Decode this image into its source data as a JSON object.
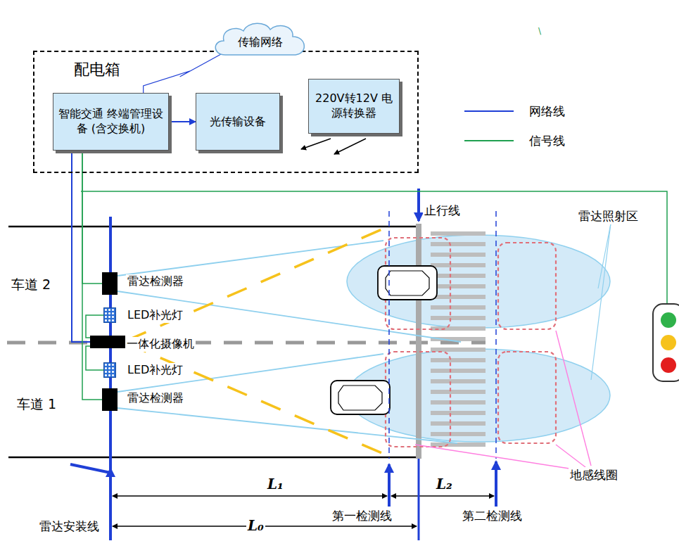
{
  "diagram": {
    "nodes": [
      {
        "text": [
          "配电箱"
        ]
      },
      {
        "text": [
          "智能交通 终端管理设备 (含交换机)"
        ],
        "in": 0
      },
      {
        "text": [
          "光传输设备"
        ],
        "in": 0
      },
      {
        "text": [
          "220V转12V 电源转换器"
        ],
        "in": 0
      },
      {
        "text": [
          "传输网络"
        ]
      },
      {
        "text": [
          "雷达检测器"
        ]
      },
      {
        "text": [
          "LED补光灯"
        ]
      },
      {
        "text": [
          "一体化摄像机"
        ]
      },
      {
        "text": [
          "LED补光灯"
        ]
      },
      {
        "text": [
          "雷达检测器"
        ]
      }
    ],
    "edges": [
      {
        "from": 1,
        "to": 2,
        "arrow": "to"
      },
      {
        "from": 1,
        "to": 4,
        "arrow": "none"
      },
      {
        "from": 1,
        "to": 7,
        "arrow": "none"
      },
      {
        "from": 1,
        "to": 5,
        "arrow": "none"
      },
      {
        "from": 1,
        "to": 9,
        "arrow": "none"
      },
      {
        "from": 7,
        "to": 6,
        "arrow": "none"
      },
      {
        "from": 7,
        "to": 8,
        "arrow": "none"
      }
    ],
    "labels": [
      "止行线",
      "雷达照射区",
      "车道 2",
      "车道 1",
      "地感线圈",
      "L₁",
      "L₂",
      "L₀",
      "雷达安装线",
      "第一检测线",
      "第二检测线"
    ],
    "legend": [
      {
        "text": "网络线"
      },
      {
        "text": "信号线"
      }
    ]
  }
}
